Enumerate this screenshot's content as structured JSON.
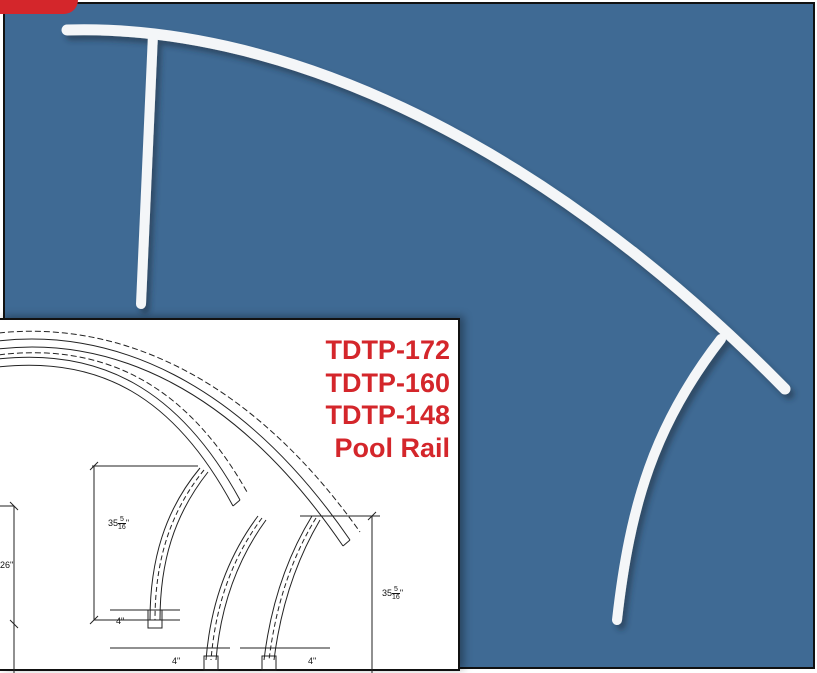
{
  "brand": {
    "accent_color": "#d4262b",
    "background_color": "#3f6a94"
  },
  "models": [
    "TDTP-172",
    "TDTP-160",
    "TDTP-148"
  ],
  "product_name": "Pool Rail",
  "dimensions": {
    "left_height": "26\"",
    "mid_height_whole": "35",
    "mid_height_num": "5",
    "mid_height_den": "16",
    "right_height_whole": "35",
    "right_height_num": "5",
    "right_height_den": "16",
    "base_width_a": "4\"",
    "base_width_b": "4\"",
    "base_width_c": "4\""
  }
}
